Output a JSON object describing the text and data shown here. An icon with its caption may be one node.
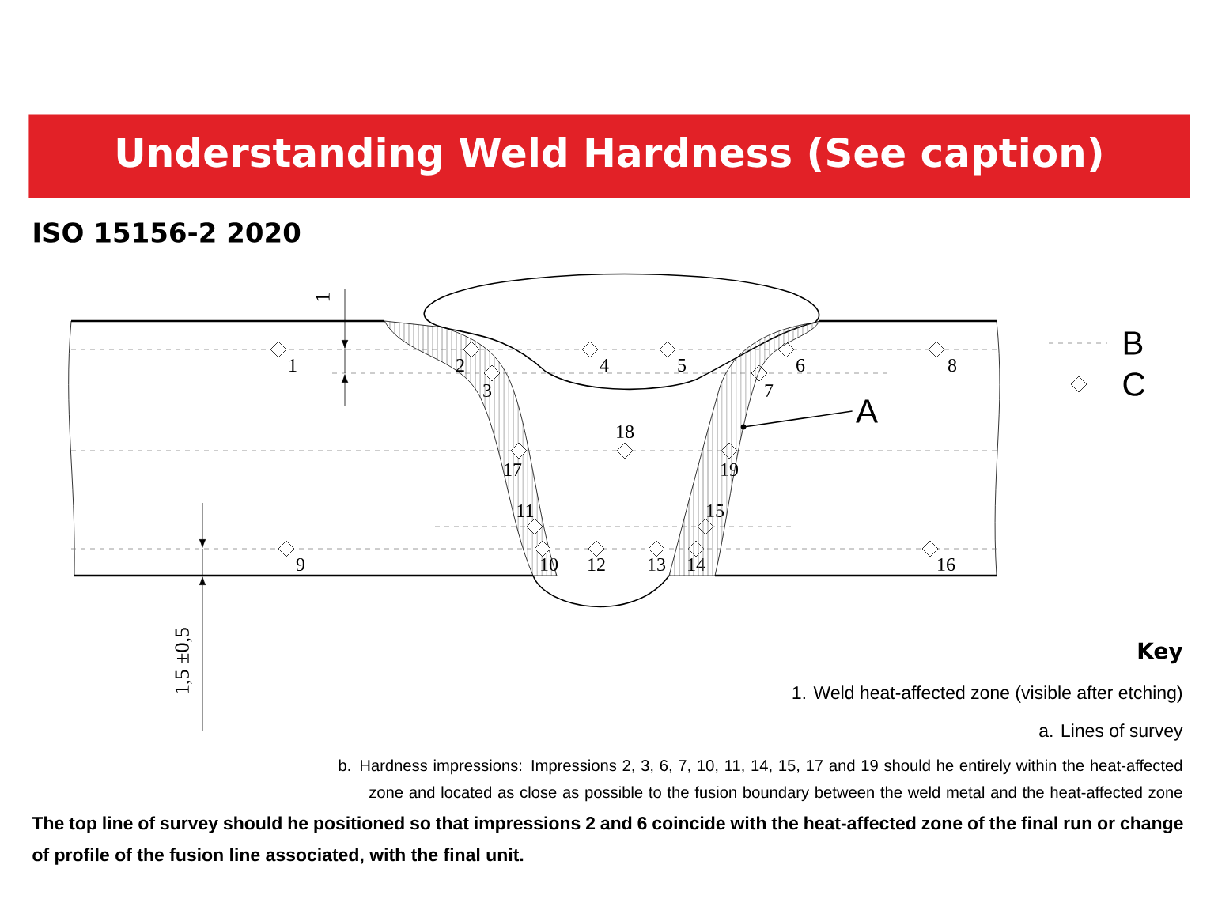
{
  "diagram": {
    "title": "Understanding Weld Hardness (See caption)",
    "caption": "The top line of survey should he positioned so that impressions 2 and 6 coincide with the heat-affected zone of the final run or change of profile of the fusion line associated, with the final unit.",
    "nodes": [
      {
        "text": [
          "A"
        ]
      },
      {
        "text": [],
        "shape": "picture"
      }
    ],
    "edges": [
      {
        "from": 0,
        "to": 1,
        "arrow": "none"
      }
    ],
    "labels": [
      "ISO 15156-2 2020",
      "1",
      "1",
      "2",
      "3",
      "4",
      "5",
      "6",
      "7",
      "8",
      "9",
      "10",
      "11",
      "12",
      "13",
      "14",
      "15",
      "16",
      "17",
      "18",
      "19",
      "1,5 ±0,5",
      "Key",
      "1. Weld heat-affected zone (visible after etching)",
      "a. Lines of survey",
      "b.  Hardness impressions: Impressions 2, 3, 6, 7, 10, 11, 14, 15, 17 and 19 should he entirely within the heat-affected zone and located as close as possible to the fusion boundary between the weld metal and the heat-affected zone"
    ],
    "legend": [
      {
        "text": "B"
      },
      {
        "text": "C"
      }
    ]
  }
}
